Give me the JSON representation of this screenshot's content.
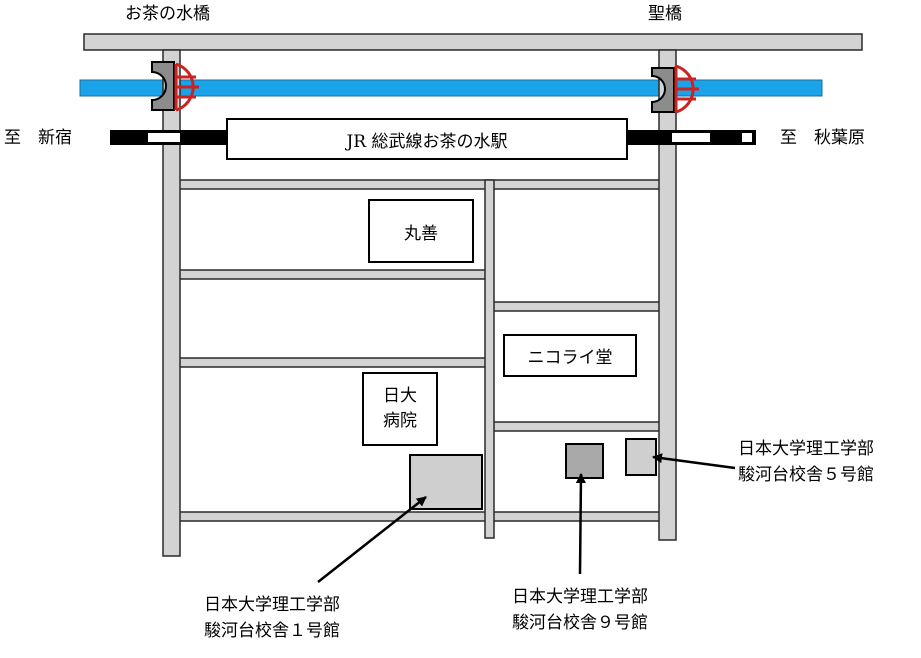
{
  "map": {
    "bridge_ochanomizu": "お茶の水橋",
    "bridge_hijiri": "聖橋",
    "to_shinjuku": "至　新宿",
    "to_akihabara": "至　秋葉原",
    "station": "JR 総武線お茶の水駅",
    "maruzen": "丸善",
    "nicholai": "ニコライ堂",
    "hospital_line1": "日大",
    "hospital_line2": "病院",
    "building1": {
      "line1": "日本大学理工学部",
      "line2": "駿河台校舎１号館"
    },
    "building9": {
      "line1": "日本大学理工学部",
      "line2": "駿河台校舎９号館"
    },
    "building5": {
      "line1": "日本大学理工学部",
      "line2": "駿河台校舎５号館"
    }
  },
  "colors": {
    "river": "#1aa3e8",
    "road_fill": "#d3d3d3",
    "road_edge": "#2a2a2a",
    "bridge_rail": "#cc2222",
    "building_light": "#cfcfcf",
    "building_dark": "#a9a9a9"
  }
}
